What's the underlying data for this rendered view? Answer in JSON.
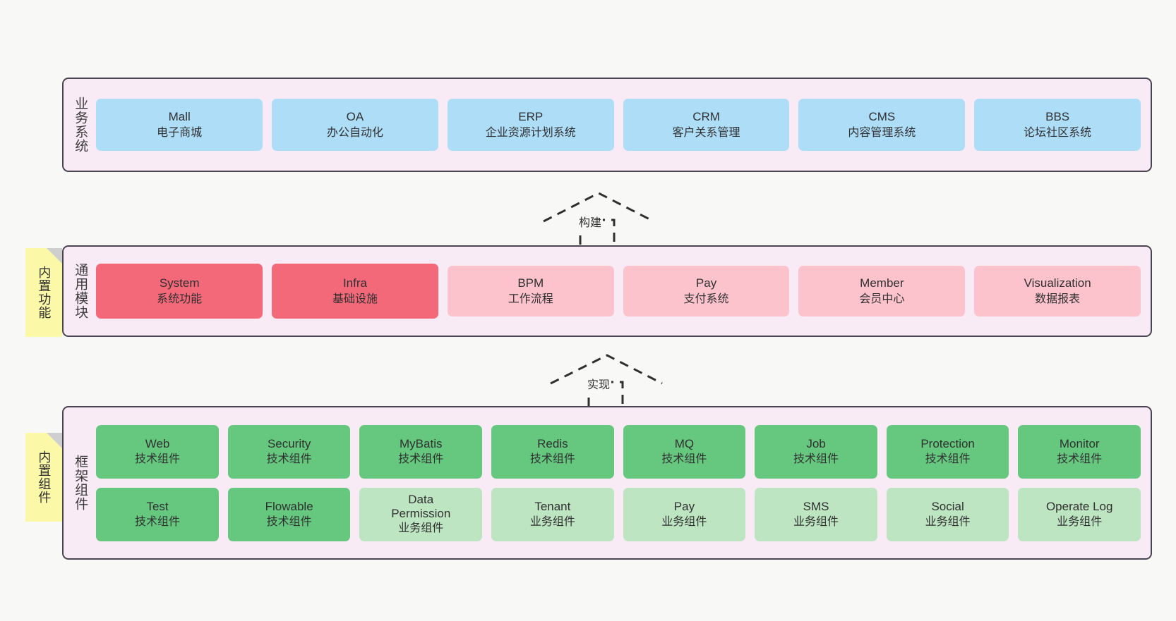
{
  "diagram": {
    "background_color": "#f8f8f6",
    "layer_fill": "#f9ebf5",
    "layer_border": "#4a4453",
    "colors": {
      "business_system": "#aedd f8",
      "module_active": "#f4697a",
      "module_plain": "#fcc3cc",
      "tech_component": "#66c87f",
      "business_component": "#bde5c2",
      "note": "#fbf8a8",
      "note_fold": "#cfcfcf"
    }
  },
  "layers": [
    {
      "id": "business-systems",
      "title": "业务系统",
      "boxes": [
        {
          "en": "Mall",
          "cn": "电子商城",
          "color": "blue"
        },
        {
          "en": "OA",
          "cn": "办公自动化",
          "color": "blue"
        },
        {
          "en": "ERP",
          "cn": "企业资源计划系统",
          "color": "blue"
        },
        {
          "en": "CRM",
          "cn": "客户关系管理",
          "color": "blue"
        },
        {
          "en": "CMS",
          "cn": "内容管理系统",
          "color": "blue"
        },
        {
          "en": "BBS",
          "cn": "论坛社区系统",
          "color": "blue"
        }
      ]
    },
    {
      "id": "common-modules",
      "title": "通用模块",
      "note": "内置功能",
      "boxes": [
        {
          "en": "System",
          "cn": "系统功能",
          "color": "red"
        },
        {
          "en": "Infra",
          "cn": "基础设施",
          "color": "red"
        },
        {
          "en": "BPM",
          "cn": "工作流程",
          "color": "pink"
        },
        {
          "en": "Pay",
          "cn": "支付系统",
          "color": "pink"
        },
        {
          "en": "Member",
          "cn": "会员中心",
          "color": "pink"
        },
        {
          "en": "Visualization",
          "cn": "数据报表",
          "color": "pink"
        }
      ]
    },
    {
      "id": "framework-components",
      "title": "框架组件",
      "note": "内置组件",
      "rows": [
        [
          {
            "en": "Web",
            "cn": "技术组件",
            "color": "green-dark"
          },
          {
            "en": "Security",
            "cn": "技术组件",
            "color": "green-dark"
          },
          {
            "en": "MyBatis",
            "cn": "技术组件",
            "color": "green-dark"
          },
          {
            "en": "Redis",
            "cn": "技术组件",
            "color": "green-dark"
          },
          {
            "en": "MQ",
            "cn": "技术组件",
            "color": "green-dark"
          },
          {
            "en": "Job",
            "cn": "技术组件",
            "color": "green-dark"
          },
          {
            "en": "Protection",
            "cn": "技术组件",
            "color": "green-dark"
          },
          {
            "en": "Monitor",
            "cn": "技术组件",
            "color": "green-dark"
          }
        ],
        [
          {
            "en": "Test",
            "cn": "技术组件",
            "color": "green-dark"
          },
          {
            "en": "Flowable",
            "cn": "技术组件",
            "color": "green-dark"
          },
          {
            "en": "Data Permission",
            "cn": "业务组件",
            "color": "green-light"
          },
          {
            "en": "Tenant",
            "cn": "业务组件",
            "color": "green-light"
          },
          {
            "en": "Pay",
            "cn": "业务组件",
            "color": "green-light"
          },
          {
            "en": "SMS",
            "cn": "业务组件",
            "color": "green-light"
          },
          {
            "en": "Social",
            "cn": "业务组件",
            "color": "green-light"
          },
          {
            "en": "Operate Log",
            "cn": "业务组件",
            "color": "green-light"
          }
        ]
      ]
    }
  ],
  "connectors": [
    {
      "id": "build",
      "label": "构建"
    },
    {
      "id": "implement",
      "label": "实现"
    }
  ]
}
